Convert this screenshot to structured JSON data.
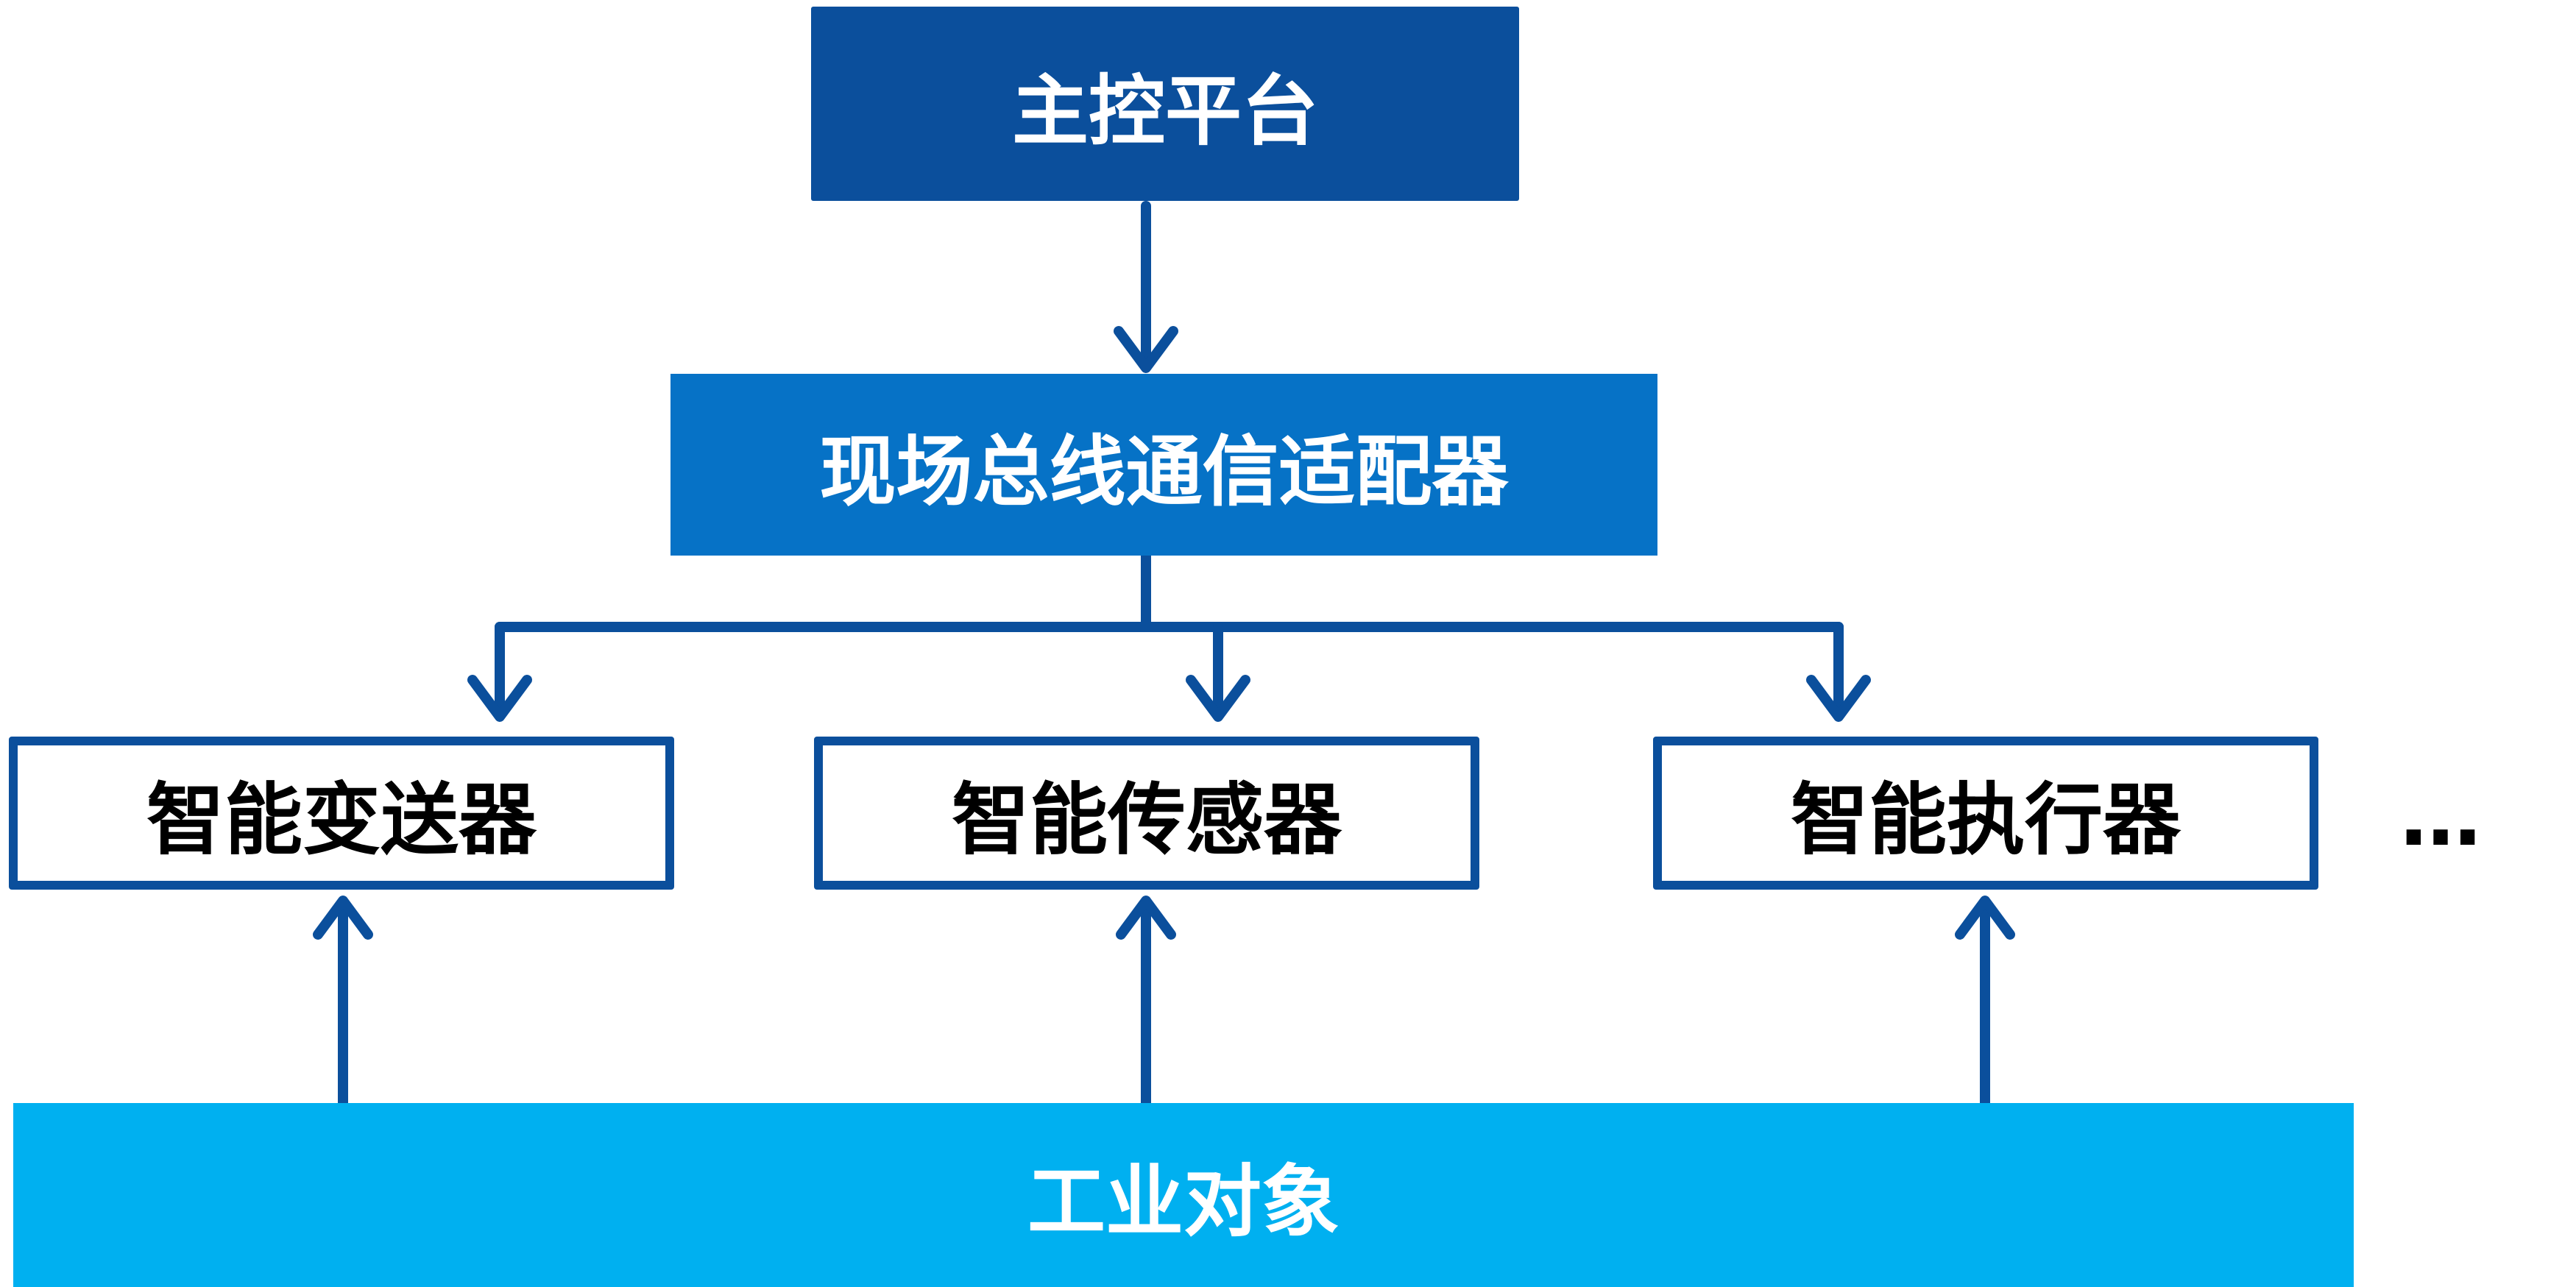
{
  "diagram": {
    "main_platform": "主控平台",
    "adapter": "现场总线通信适配器",
    "devices": [
      "智能变送器",
      "智能传感器",
      "智能执行器"
    ],
    "more_indicator": "…",
    "industrial_object": "工业对象"
  },
  "colors": {
    "dark_blue": "#0B4F9C",
    "medium_blue": "#0672C6",
    "light_blue": "#00B0F0",
    "device_text": "#000000",
    "box_text": "#FFFFFF"
  },
  "icons": {
    "arrow": "chevron-arrow-icon"
  }
}
